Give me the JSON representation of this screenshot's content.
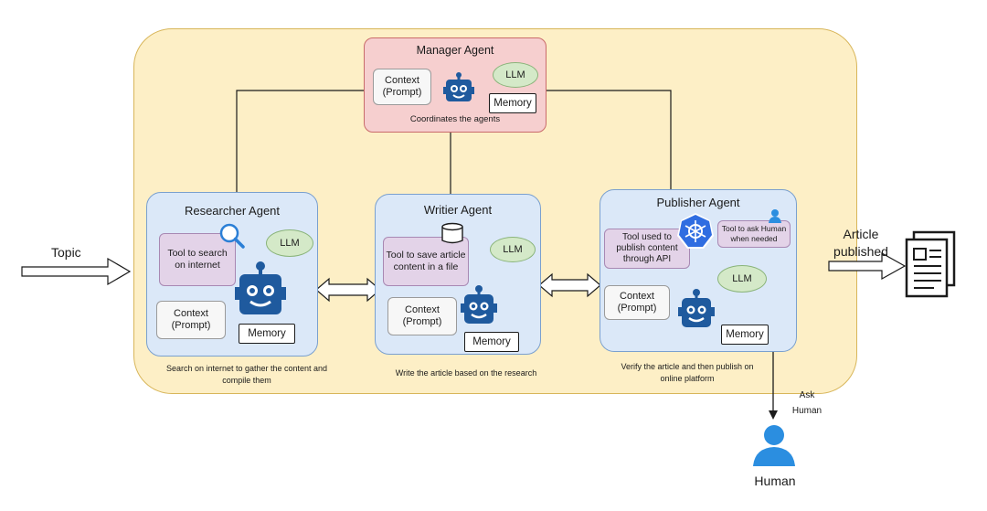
{
  "manager": {
    "title": "Manager Agent",
    "context": "Context\n(Prompt)",
    "llm": "LLM",
    "memory": "Memory",
    "caption": "Coordinates the agents"
  },
  "researcher": {
    "title": "Researcher Agent",
    "tool": "Tool to search\non internet",
    "llm": "LLM",
    "context": "Context\n(Prompt)",
    "memory": "Memory",
    "caption": "Search on internet to gather the content and\ncompile them"
  },
  "writer": {
    "title": "Writier Agent",
    "tool": "Tool to save article\ncontent in a file",
    "llm": "LLM",
    "context": "Context\n(Prompt)",
    "memory": "Memory",
    "caption": "Write the article based on the research"
  },
  "publisher": {
    "title": "Publisher Agent",
    "tool_api": "Tool used to\npublish content\nthrough API",
    "tool_human": "Tool to ask Human\nwhen needed",
    "llm": "LLM",
    "context": "Context\n(Prompt)",
    "memory": "Memory",
    "caption": "Verify the article and then publish on\nonline platform"
  },
  "external": {
    "topic": "Topic",
    "article_published": "Article\npublished",
    "ask_human": "Ask\nHuman",
    "human": "Human"
  },
  "colors": {
    "container_fill": "#fdefc6",
    "agent_fill": "#dbe8f8",
    "manager_fill": "#f6cfcf",
    "robot_blue": "#1f5a9e",
    "human_blue": "#2b8ee0"
  },
  "icons": [
    "robot-icon",
    "search-icon",
    "database-icon",
    "kubernetes-icon",
    "user-icon",
    "document-icon",
    "human-icon"
  ]
}
